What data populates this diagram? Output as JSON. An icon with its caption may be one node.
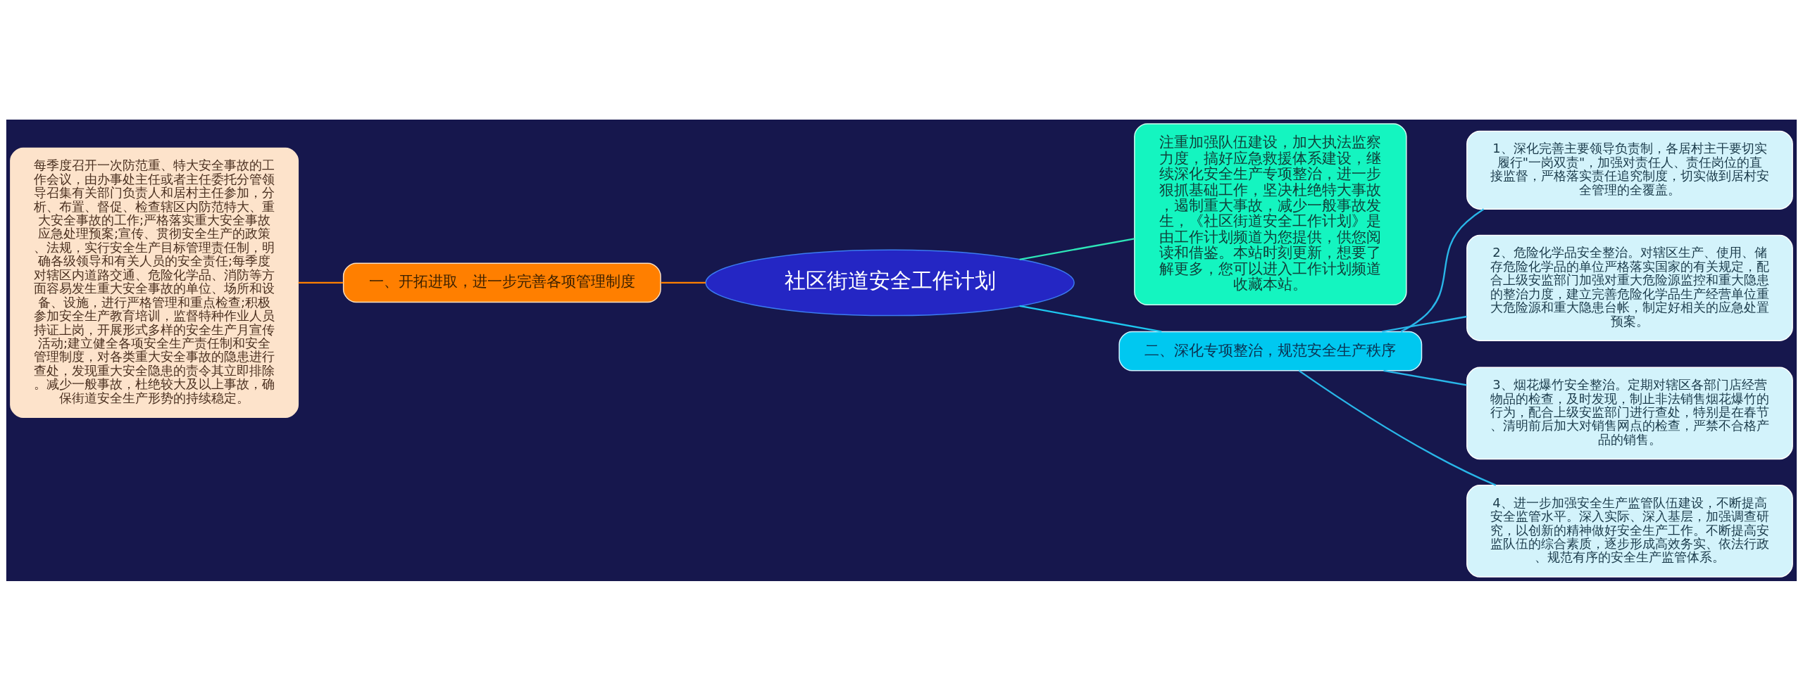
{
  "diagram": {
    "nodes": [
      {
        "text": [
          "社区街道安全工作计划"
        ]
      },
      {
        "text": [
          "一、开拓进取，进一步完善各项管理制度"
        ]
      },
      {
        "text": [
          "每季度召开一次防范重、特大安全事故的工作会议，由办事处主任或者主任委托分管领导召集有关部门负责人和居村主任参加，分析、布置、督促、检查辖区内防范特大、重大安全事故的工作;严格落实重大安全事故应急处理预案;宣传、贯彻安全生产的政策、法规，实行安全生产目标管理责任制，明确各级领导和有关人员的安全责任;每季度对辖区内道路交通、危险化学品、消防等方面容易发生重大安全事故的单位、场所和设备、设施，进行严格管理和重点检查;积极参加安全生产教育培训，监督特种作业人员持证上岗，开展形式多样的安全生产月宣传活动;建立健全各项安全生产责任制和安全管理制度，对各类重大安全事故的隐患进行查处，发现重大安全隐患的责令其立即排除。减少一般事故，杜绝较大及以上事故，确保街道安全生产形势的持续稳定。"
        ]
      },
      {
        "text": [
          "注重加强队伍建设，加大执法监察力度，搞好应急救援体系建设，继续深化安全生产专项整治，进一步狠抓基础工作，坚决杜绝特大事故，遏制重大事故，减少一般事故发生，《社区街道安全工作计划》是由工作计划频道为您提供，供您阅读和借鉴。本站时刻更新，想要了解更多，您可以进入工作计划频道收藏本站。"
        ]
      },
      {
        "text": [
          "二、深化专项整治，规范安全生产秩序"
        ]
      },
      {
        "text": [
          "1、深化完善主要领导负责制，各居村主干要切实履行\"一岗双责\"，加强对责任人、责任岗位的直接监督，严格落实责任追究制度，切实做到居村安全管理的全覆盖。"
        ]
      },
      {
        "text": [
          "2、危险化学品安全整治。对辖区生产、使用、储存危险化学品的单位严格落实国家的有关规定，配合上级安监部门加强对重大危险源监控和重大隐患的整治力度，建立完善危险化学品生产经营单位重大危险源和重大隐患台帐，制定好相关的应急处置预案。"
        ]
      },
      {
        "text": [
          "3、烟花爆竹安全整治。定期对辖区各部门店经营物品的检查，及时发现，制止非法销售烟花爆竹的行为，配合上级安监部门进行查处，特别是在春节、清明前后加大对销售网点的检查，严禁不合格产品的销售。"
        ]
      },
      {
        "text": [
          "4、进一步加强安全生产监管队伍建设，不断提高安全监管水平。深入实际、深入基层，加强调查研究，以创新的精神做好安全生产工作。不断提高安监队伍的综合素质，逐步形成高效务实、依法行政、规范有序的安全生产监管体系。"
        ]
      }
    ],
    "edges": [
      {
        "from": 2,
        "to": 1,
        "arrow": "none",
        "color": "#ff8000"
      },
      {
        "from": 1,
        "to": 0,
        "arrow": "none",
        "color": "#ff8000"
      },
      {
        "from": 0,
        "to": 3,
        "arrow": "none",
        "color": "#2ee6b8"
      },
      {
        "from": 0,
        "to": 4,
        "arrow": "none",
        "color": "#1ec8f0"
      },
      {
        "from": 4,
        "to": 5,
        "arrow": "none"
      },
      {
        "from": 4,
        "to": 6,
        "arrow": "none"
      },
      {
        "from": 4,
        "to": 7,
        "arrow": "none"
      },
      {
        "from": 4,
        "to": 8,
        "arrow": "none"
      }
    ]
  }
}
